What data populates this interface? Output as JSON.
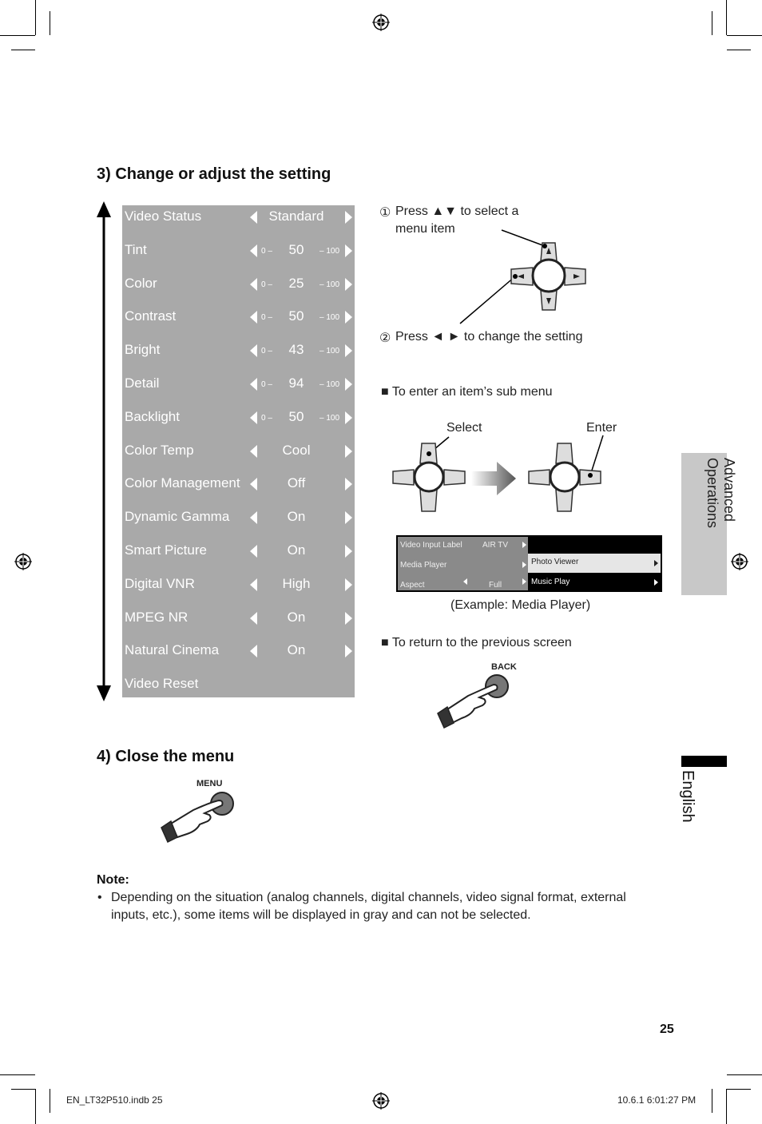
{
  "section3": {
    "title": "3)  Change or adjust the setting"
  },
  "menu": {
    "rows": [
      {
        "label": "Video Status",
        "value": "Standard",
        "min": "",
        "max": ""
      },
      {
        "label": "Tint",
        "value": "50",
        "min": "0 –",
        "max": "– 100"
      },
      {
        "label": "Color",
        "value": "25",
        "min": "0 –",
        "max": "– 100"
      },
      {
        "label": "Contrast",
        "value": "50",
        "min": "0 –",
        "max": "– 100"
      },
      {
        "label": "Bright",
        "value": "43",
        "min": "0 –",
        "max": "– 100"
      },
      {
        "label": "Detail",
        "value": "94",
        "min": "0 –",
        "max": "– 100"
      },
      {
        "label": "Backlight",
        "value": "50",
        "min": "0 –",
        "max": "– 100"
      },
      {
        "label": "Color Temp",
        "value": "Cool",
        "min": "",
        "max": ""
      },
      {
        "label": "Color Management",
        "value": "Off",
        "min": "",
        "max": ""
      },
      {
        "label": "Dynamic Gamma",
        "value": "On",
        "min": "",
        "max": ""
      },
      {
        "label": "Smart Picture",
        "value": "On",
        "min": "",
        "max": ""
      },
      {
        "label": "Digital VNR",
        "value": "High",
        "min": "",
        "max": ""
      },
      {
        "label": "MPEG NR",
        "value": "On",
        "min": "",
        "max": ""
      },
      {
        "label": "Natural Cinema",
        "value": "On",
        "min": "",
        "max": ""
      },
      {
        "label": "Video Reset",
        "value": "",
        "min": "",
        "max": ""
      }
    ]
  },
  "instructions": {
    "step1_num": "①",
    "step1_line1": "Press ▲▼ to select a",
    "step1_line2": "menu item",
    "step2_num": "②",
    "step2": "Press ◄ ► to change the setting",
    "submenu_heading": "■ To enter an item’s sub menu",
    "select_label": "Select",
    "enter_label": "Enter",
    "example_caption": "(Example: Media Player)",
    "return_heading": "■ To return to the previous screen",
    "back_label": "BACK"
  },
  "example_screen": {
    "left_rows": [
      {
        "label": "Video Input Label",
        "value": "AIR TV"
      },
      {
        "label": "Media Player",
        "value": ""
      },
      {
        "label": "Aspect",
        "value": "Full"
      }
    ],
    "right_rows": [
      "Photo Viewer",
      "Music Play"
    ]
  },
  "section4": {
    "title": "4)  Close the menu",
    "menu_label": "MENU"
  },
  "note": {
    "heading": "Note:",
    "bullet": "•",
    "line1": "Depending on the situation (analog channels, digital channels, video signal format, external",
    "line2": "inputs, etc.), some items will be displayed in gray and can not be selected."
  },
  "side_tab": {
    "advanced": "Advanced Operations",
    "english": "English"
  },
  "page_number": "25",
  "footer": {
    "left": "EN_LT32P510.indb   25",
    "right": "10.6.1   6:01:27 PM"
  },
  "icons": {
    "registration": "crosshair-registration-icon",
    "hand": "pointing-hand-icon",
    "dpad": "directional-pad-icon"
  }
}
